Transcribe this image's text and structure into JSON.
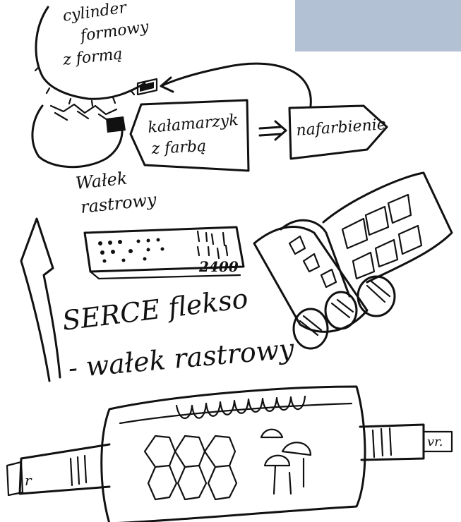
{
  "colors": {
    "ink": "#111111",
    "paper": "#ffffff",
    "corner_box": "#b3c1d4"
  },
  "labels": {
    "plate_cylinder": [
      "cylinder",
      "formowy",
      "z formą"
    ],
    "anilox": [
      "Wałek",
      "rastrowy"
    ],
    "ink_chamber": [
      "kałamarzyk",
      "z farbą"
    ],
    "inking": "nafarbienie",
    "lpi_value": "2400",
    "title_line1": "SERCE flekso",
    "title_line2": "- wałek rastrowy",
    "roller_end_left": "r",
    "roller_end_right": "vr."
  },
  "icons": {
    "flow_arrow": "arrow-icon",
    "double_arrow": "implies-arrow-icon"
  }
}
